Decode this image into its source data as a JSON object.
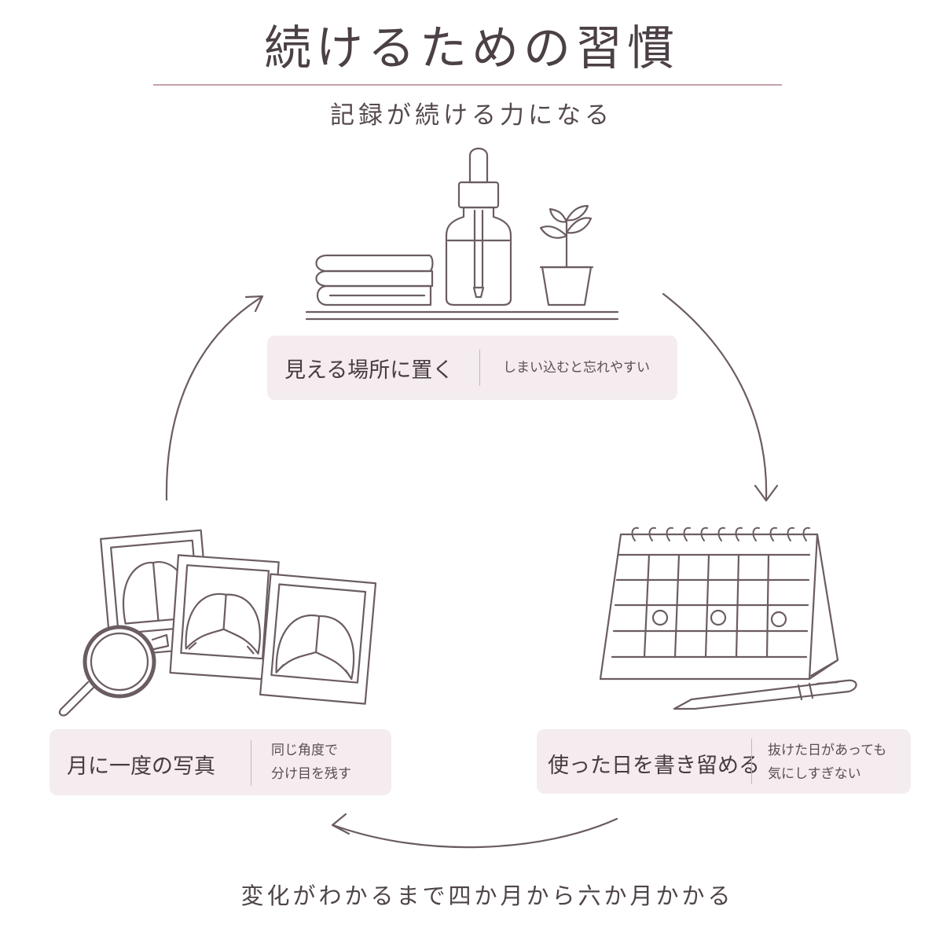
{
  "title": "続けるための習慣",
  "subtitle": "記録が続ける力になる",
  "steps": [
    {
      "main": "見える場所に置く",
      "note_lines": [
        "しまい込むと忘れやすい"
      ]
    },
    {
      "main": "使った日を書き留める",
      "note_lines": [
        "抜けた日があっても",
        "気にしすぎない"
      ]
    },
    {
      "main": "月に一度の写真",
      "note_lines": [
        "同じ角度で",
        "分け目を残す"
      ]
    }
  ],
  "footer": "変化がわかるまで四か月から六か月かかる",
  "colors": {
    "line": "#6b5c63",
    "accent_rule": "#c9a1a8",
    "card_bg": "#f4ecee"
  }
}
